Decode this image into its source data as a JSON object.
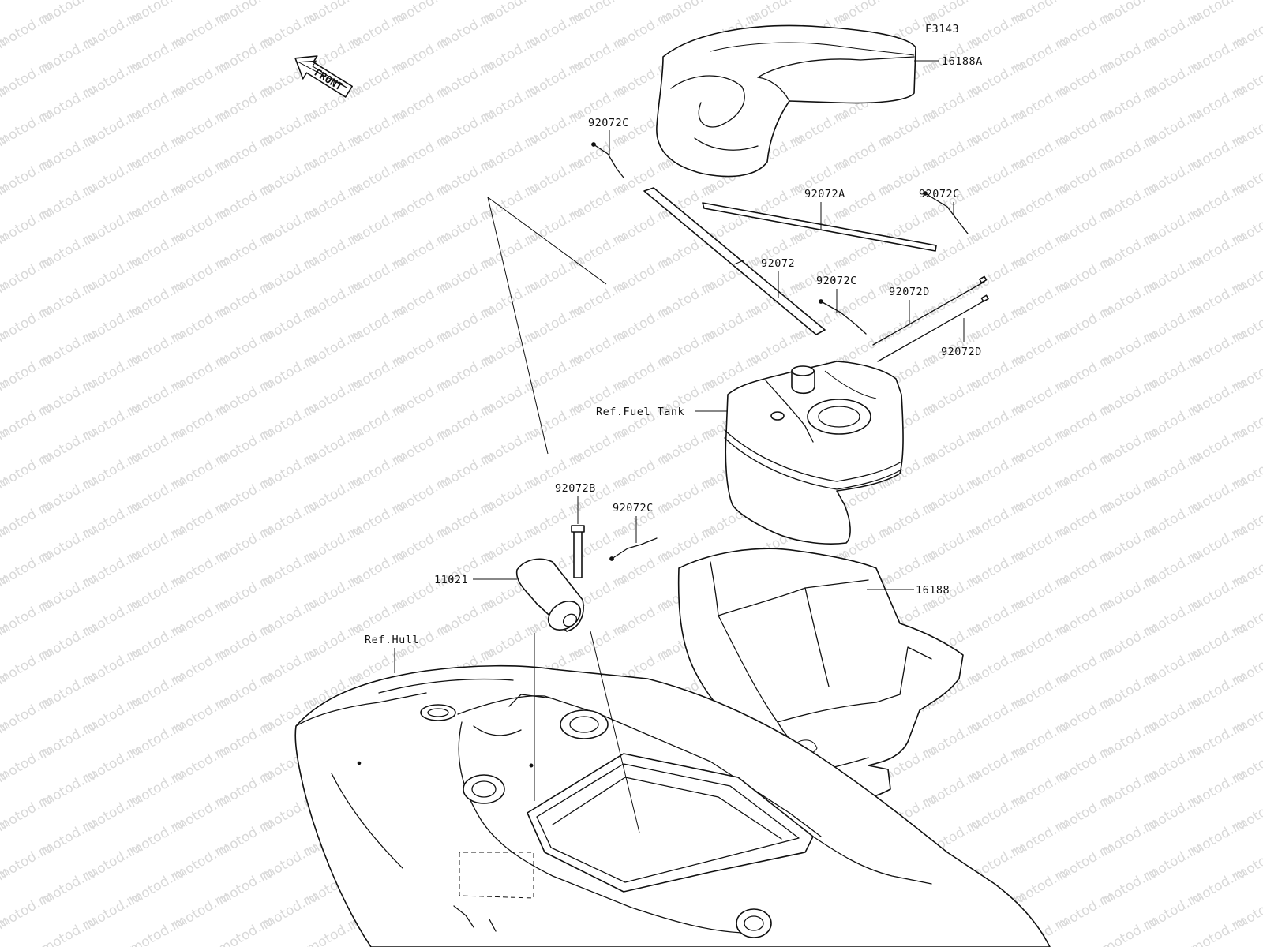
{
  "watermark": "motod.ru",
  "figure_code": "F3143",
  "front_label": "FRONT",
  "labels": {
    "seat_cover_upper": "16188A",
    "strap_c_top": "92072C",
    "strap_a": "92072A",
    "strap_c_right": "92072C",
    "strap_long": "92072",
    "strap_c_mid": "92072C",
    "strap_d_upper": "92072D",
    "strap_d_lower": "92072D",
    "fuel_tank_ref": "Ref.Fuel Tank",
    "strap_b": "92072B",
    "strap_c_low": "92072C",
    "filter": "11021",
    "tray": "16188",
    "hull_ref": "Ref.Hull"
  }
}
